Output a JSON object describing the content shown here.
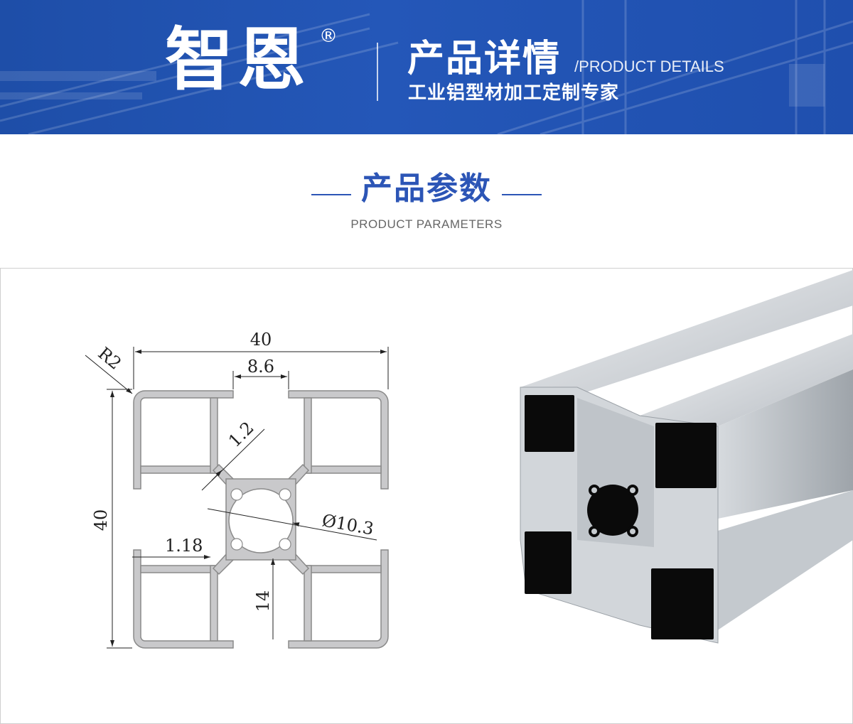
{
  "banner": {
    "brand": "智恩",
    "registered_mark": "®",
    "title_cn": "产品详情",
    "title_en": "/PRODUCT DETAILS",
    "slogan": "工业铝型材加工定制专家"
  },
  "section": {
    "title_cn": "产品参数",
    "title_en": "PRODUCT PARAMETERS"
  },
  "drawing": {
    "dims": {
      "width": "40",
      "slot": "8.6",
      "radius": "R2",
      "wall": "1.2",
      "bore": "Ø10.3",
      "height": "40",
      "web": "1.18",
      "depth": "14"
    }
  },
  "colors": {
    "banner_blue": "#2457b8",
    "accent_blue": "#2c55b6",
    "profile_fill": "#c9c9cb",
    "profile_stroke": "#8a8a8a"
  }
}
